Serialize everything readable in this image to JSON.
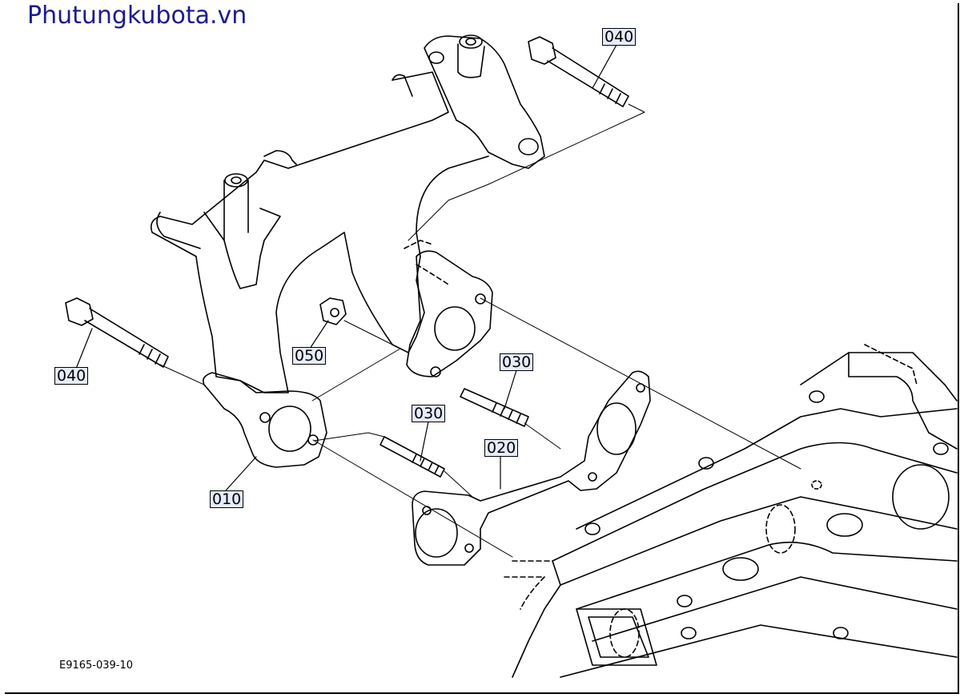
{
  "site_title": "Phutungkubota.vn",
  "drawing_code": "E9165-039-10",
  "callouts": [
    {
      "id": "040",
      "label": "040"
    },
    {
      "id": "040b",
      "label": "040"
    },
    {
      "id": "050",
      "label": "050"
    },
    {
      "id": "030",
      "label": "030"
    },
    {
      "id": "030b",
      "label": "030"
    },
    {
      "id": "020",
      "label": "020"
    },
    {
      "id": "010",
      "label": "010"
    }
  ],
  "colors": {
    "title": "#1c1c8c",
    "callout_bg": "#e6ecfb",
    "line": "#000000"
  }
}
